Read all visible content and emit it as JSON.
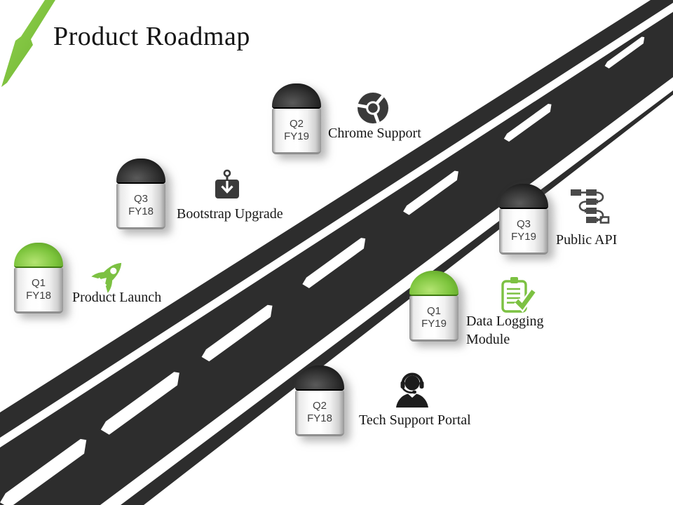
{
  "title": "Product Roadmap",
  "colors": {
    "accent_green": "#7cc142",
    "road": "#2d2d2d",
    "icon_dark": "#3a3a3a",
    "marker_text": "#3f3f3f",
    "label_text": "#161616",
    "marker_body": "#ffffff"
  },
  "decorations": {
    "lightning_bolt": "green-lightning-bolt-top-left",
    "road": "diagonal-road-with-center-dashes"
  },
  "milestones": [
    {
      "quarter": "Q2",
      "fy": "FY19",
      "label": "Chrome Support",
      "icon": "chrome-icon",
      "dome": "dark"
    },
    {
      "quarter": "Q3",
      "fy": "FY18",
      "label": "Bootstrap Upgrade",
      "icon": "download-icon",
      "dome": "dark"
    },
    {
      "quarter": "Q1",
      "fy": "FY18",
      "label": "Product Launch",
      "icon": "rocket-icon",
      "dome": "green"
    },
    {
      "quarter": "Q3",
      "fy": "FY19",
      "label": "Public API",
      "icon": "api-flow-icon",
      "dome": "dark"
    },
    {
      "quarter": "Q1",
      "fy": "FY19",
      "label": "Data Logging Module",
      "icon": "checklist-icon",
      "dome": "green"
    },
    {
      "quarter": "Q2",
      "fy": "FY18",
      "label": "Tech Support Portal",
      "icon": "headset-icon",
      "dome": "dark"
    }
  ]
}
